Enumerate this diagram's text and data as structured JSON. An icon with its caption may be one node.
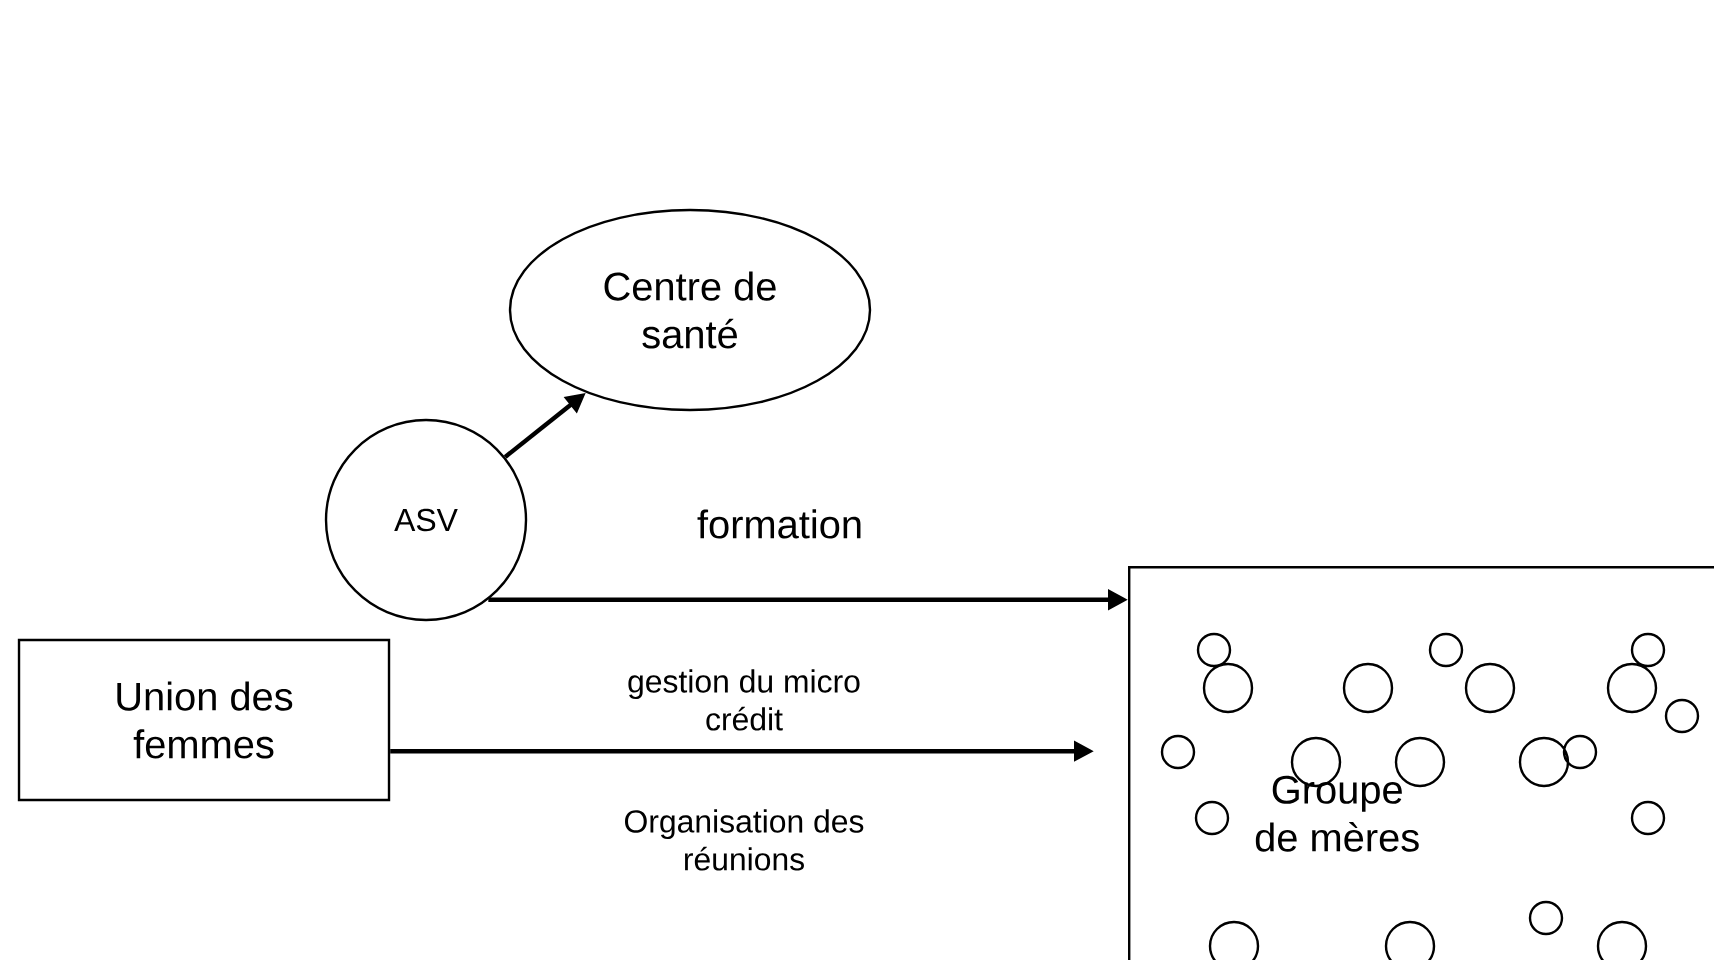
{
  "diagram": {
    "nodes": [
      {
        "text": [
          "Centre de santé"
        ]
      },
      {
        "text": [
          "ASV"
        ]
      },
      {
        "text": [
          "Union des femmes"
        ]
      },
      {
        "text": [
          "Groupe de mères"
        ]
      }
    ],
    "edges": [
      {
        "from": 1,
        "to": 0,
        "arrow": "to"
      },
      {
        "from": 1,
        "to": 3,
        "arrow": "to",
        "label": "formation"
      },
      {
        "from": 2,
        "to": 3,
        "arrow": "to",
        "label": "gestion du micro crédit"
      }
    ],
    "labels": [
      "Organisation des réunions"
    ]
  }
}
